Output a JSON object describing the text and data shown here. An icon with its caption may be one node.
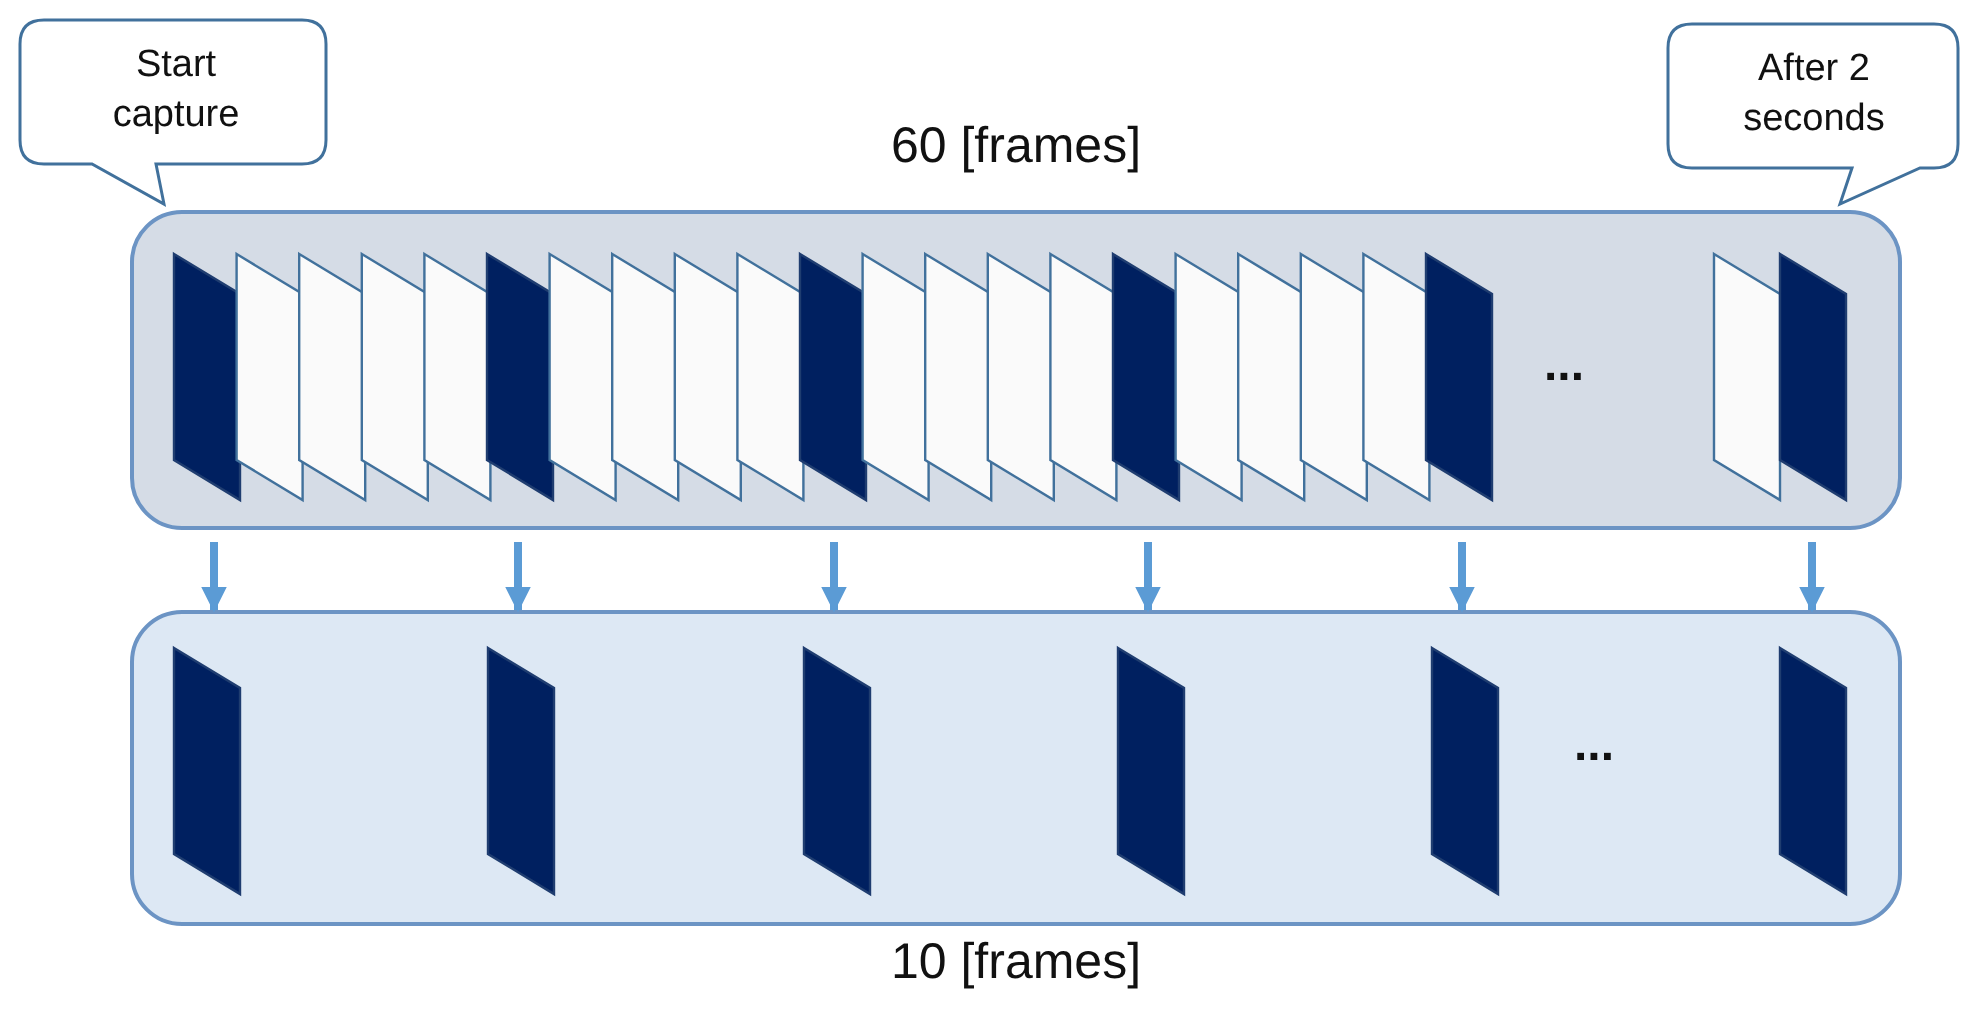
{
  "diagram": {
    "nodes": [
      {
        "text": [
          "Start capture"
        ]
      },
      {
        "text": [
          "After 2 seconds"
        ]
      },
      {
        "text": [
          "60 [frames]",
          "..."
        ]
      },
      {
        "text": [
          "10 [frames]",
          "..."
        ]
      }
    ],
    "edges": [
      {
        "from": 2,
        "to": 3,
        "arrow": "to"
      },
      {
        "from": 2,
        "to": 3,
        "arrow": "to"
      },
      {
        "from": 2,
        "to": 3,
        "arrow": "to"
      },
      {
        "from": 2,
        "to": 3,
        "arrow": "to"
      },
      {
        "from": 2,
        "to": 3,
        "arrow": "to"
      },
      {
        "from": 2,
        "to": 3,
        "arrow": "to"
      }
    ]
  }
}
